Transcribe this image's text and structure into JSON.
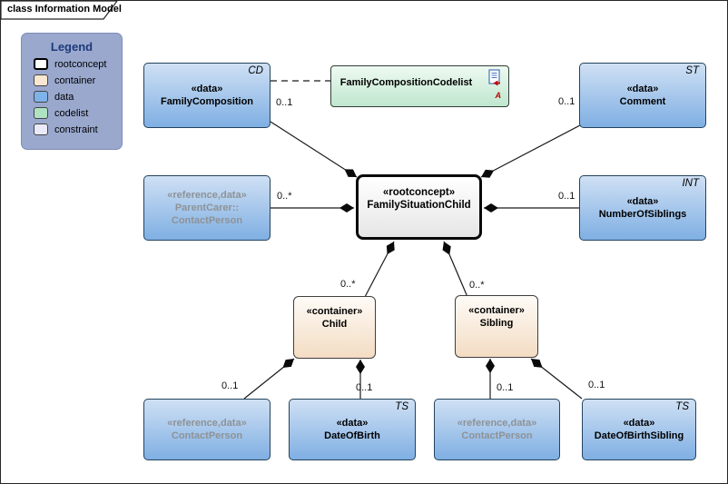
{
  "frame": {
    "tab_label": "class Information Model"
  },
  "legend": {
    "title": "Legend",
    "items": [
      {
        "label": "rootconcept",
        "color": "#ffffff"
      },
      {
        "label": "container",
        "color": "#fae7d2"
      },
      {
        "label": "data",
        "color": "#7fb2e8"
      },
      {
        "label": "codelist",
        "color": "#aee2c2"
      },
      {
        "label": "constraint",
        "color": "#eaeafa"
      }
    ]
  },
  "nodes": {
    "family_composition": {
      "stereotype": "«data»",
      "name": "FamilyComposition",
      "type_abbrev": "CD"
    },
    "family_composition_codelist": {
      "name": "FamilyCompositionCodelist",
      "artifact_letter": "A"
    },
    "comment": {
      "stereotype": "«data»",
      "name": "Comment",
      "type_abbrev": "ST"
    },
    "parent_carer_contact_person": {
      "stereotype": "«reference,data»",
      "name": "ParentCarer::\nContactPerson"
    },
    "family_situation_child": {
      "stereotype": "«rootconcept»",
      "name": "FamilySituationChild"
    },
    "number_of_siblings": {
      "stereotype": "«data»",
      "name": "NumberOfSiblings",
      "type_abbrev": "INT"
    },
    "child": {
      "stereotype": "«container»",
      "name": "Child"
    },
    "sibling": {
      "stereotype": "«container»",
      "name": "Sibling"
    },
    "contact_person_child": {
      "stereotype": "«reference,data»",
      "name": "ContactPerson"
    },
    "date_of_birth": {
      "stereotype": "«data»",
      "name": "DateOfBirth",
      "type_abbrev": "TS"
    },
    "contact_person_sibling": {
      "stereotype": "«reference,data»",
      "name": "ContactPerson"
    },
    "date_of_birth_sibling": {
      "stereotype": "«data»",
      "name": "DateOfBirthSibling",
      "type_abbrev": "TS"
    }
  },
  "multiplicities": {
    "family_composition": "0..1",
    "comment": "0..1",
    "parent_carer": "0..*",
    "number_of_siblings": "0..1",
    "child": "0..*",
    "sibling": "0..*",
    "contact_person_child": "0..1",
    "date_of_birth": "0..1",
    "contact_person_sibling": "0..1",
    "date_of_birth_sibling": "0..1"
  },
  "colors": {
    "data_fill": "#7fb2e8",
    "container_fill": "#fae7d2",
    "codelist_fill": "#aee2c2",
    "rootconcept_fill": "#ffffff",
    "constraint_fill": "#eaeafa",
    "legend_background": "#9aa8ce",
    "reference_text": "#8e9296",
    "artifact_red": "#c00000"
  }
}
